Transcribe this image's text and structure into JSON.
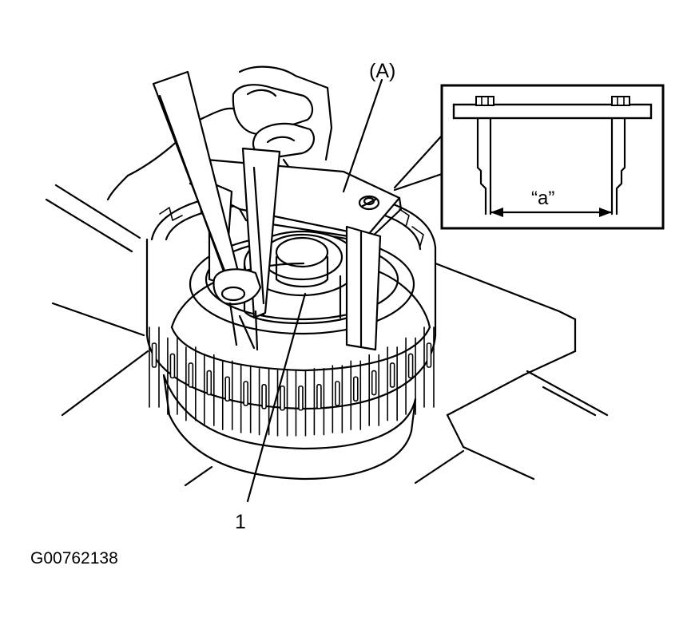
{
  "labels": {
    "tool": "(A)",
    "dimension": "“a”",
    "part_number": "1",
    "figure_code": "G00762138"
  }
}
